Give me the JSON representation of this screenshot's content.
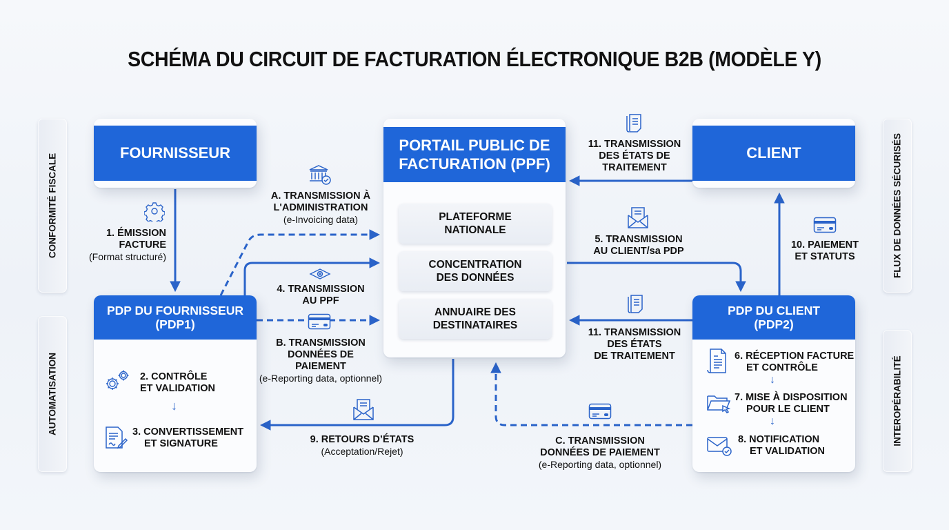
{
  "title": "SCHÉMA DU CIRCUIT DE FACTURATION ÉLECTRONIQUE B2B (MODÈLE Y)",
  "colors": {
    "primary_blue": "#1f66d9",
    "arrow_blue": "#2a63c9",
    "background": "#f1f4f9",
    "text": "#111111"
  },
  "side_labels": {
    "left_top": "CONFORMITÉ FISCALE",
    "left_bottom": "AUTOMATISATION",
    "right_top": "FLUX DE DONNÉES SÉCURISÉS",
    "right_bottom": "INTEROPÉRABILITÉ"
  },
  "nodes": {
    "fournisseur": {
      "label": "FOURNISSEUR"
    },
    "client": {
      "label": "CLIENT"
    },
    "ppf": {
      "title_line1": "PORTAIL PUBLIC DE",
      "title_line2": "FACTURATION (PPF)",
      "components": [
        {
          "line1": "PLATEFORME",
          "line2": "NATIONALE"
        },
        {
          "line1": "CONCENTRATION",
          "line2": "DES DONNÉES"
        },
        {
          "line1": "ANNUAIRE DES",
          "line2": "DESTINATAIRES"
        }
      ]
    },
    "pdp1": {
      "title_line1": "PDP DU FOURNISSEUR",
      "title_line2": "(PDP1)",
      "steps": [
        {
          "line1": "2. CONTRÔLE",
          "line2": "ET VALIDATION",
          "icon": "gears-icon"
        },
        {
          "line1": "3. CONVERTISSEMENT",
          "line2": "ET SIGNATURE",
          "icon": "document-signature-icon"
        }
      ],
      "step_arrow": "↓"
    },
    "pdp2": {
      "title_line1": "PDP DU CLIENT",
      "title_line2": "(PDP2)",
      "steps": [
        {
          "line1": "6. RÉCEPTION FACTURE",
          "line2": "ET CONTRÔLE",
          "icon": "document-icon"
        },
        {
          "line1": "7. MISE À DISPOSITION",
          "line2": "POUR LE CLIENT",
          "icon": "folder-cursor-icon"
        },
        {
          "line1": "8. NOTIFICATION",
          "line2": "ET VALIDATION",
          "icon": "envelope-check-icon"
        }
      ],
      "step_arrow": "↓"
    }
  },
  "flows": {
    "f1": {
      "line1": "1. ÉMISSION",
      "line2": "FACTURE",
      "note": "(Format structuré)",
      "icon": "gear-icon"
    },
    "fA": {
      "line1": "A. TRANSMISSION À",
      "line2": "L'ADMINISTRATION",
      "note": "(e-Invoicing data)",
      "icon": "government-building-icon"
    },
    "f4": {
      "line1": "4. TRANSMISSION",
      "line2": "AU PPF",
      "icon": "eye-cloud-icon"
    },
    "fB": {
      "line1": "B. TRANSMISSION",
      "line2": "DONNÉES DE",
      "line3": "PAIEMENT",
      "note": "(e-Reporting data, optionnel)",
      "icon": "credit-card-icon"
    },
    "f9": {
      "line1": "9. RETOURS D’ÉTATS",
      "note": "(Acceptation/Rejet)",
      "icon": "envelope-letter-icon"
    },
    "f11_top": {
      "line1": "11. TRANSMISSION",
      "line2": "DES ÉTATS DE",
      "line3": "TRAITEMENT",
      "icon": "document-stack-icon"
    },
    "f5": {
      "line1": "5. TRANSMISSION",
      "line2": "AU CLIENT/sa PDP",
      "icon": "envelope-letter-icon"
    },
    "f10": {
      "line1": "10. PAIEMENT",
      "line2": "ET STATUTS",
      "icon": "credit-card-icon"
    },
    "f11_bottom": {
      "line1": "11. TRANSMISSION",
      "line2": "DES ÉTATS",
      "line3": "DE TRAITEMENT",
      "icon": "document-stack-icon"
    },
    "fC": {
      "line1": "C. TRANSMISSION",
      "line2": "DONNÉES DE PAIEMENT",
      "note": "(e-Reporting data, optionnel)",
      "icon": "credit-card-icon"
    }
  }
}
